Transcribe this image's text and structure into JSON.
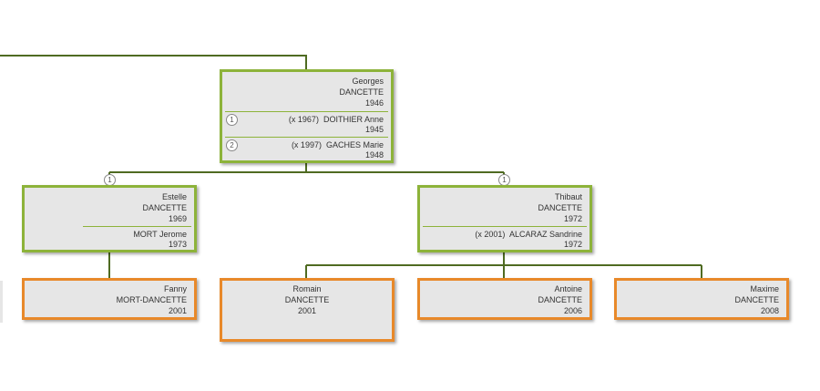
{
  "root": {
    "first_name": "Georges",
    "last_name": "DANCETTE",
    "year": "1946",
    "spouses": [
      {
        "num": "1",
        "marriage": "(x 1967)",
        "name": "DOITHIER  Anne",
        "year": "1945"
      },
      {
        "num": "2",
        "marriage": "(x 1997)",
        "name": "GACHES  Marie",
        "year": "1948"
      }
    ]
  },
  "children": [
    {
      "first_name": "Estelle",
      "last_name": "DANCETTE",
      "year": "1969",
      "partner": {
        "name": "MORT  Jerome",
        "year": "1973"
      },
      "marker": "1"
    },
    {
      "first_name": "Thibaut",
      "last_name": "DANCETTE",
      "year": "1972",
      "partner": {
        "marriage": "(x 2001)",
        "name": "ALCARAZ  Sandrine",
        "year": "1972"
      },
      "marker": "1"
    }
  ],
  "grandchildren": [
    {
      "first_name": "Fanny",
      "last_name": "MORT-DANCETTE",
      "year": "2001"
    },
    {
      "first_name": "Romain",
      "last_name": "DANCETTE",
      "year": "2001"
    },
    {
      "first_name": "Antoine",
      "last_name": "DANCETTE",
      "year": "2006"
    },
    {
      "first_name": "Maxime",
      "last_name": "DANCETTE",
      "year": "2008"
    }
  ],
  "colors": {
    "line": "#4f6b22",
    "generation_border": "#8db33a",
    "child_border": "#e8892a",
    "box_fill": "#e6e6e6"
  }
}
